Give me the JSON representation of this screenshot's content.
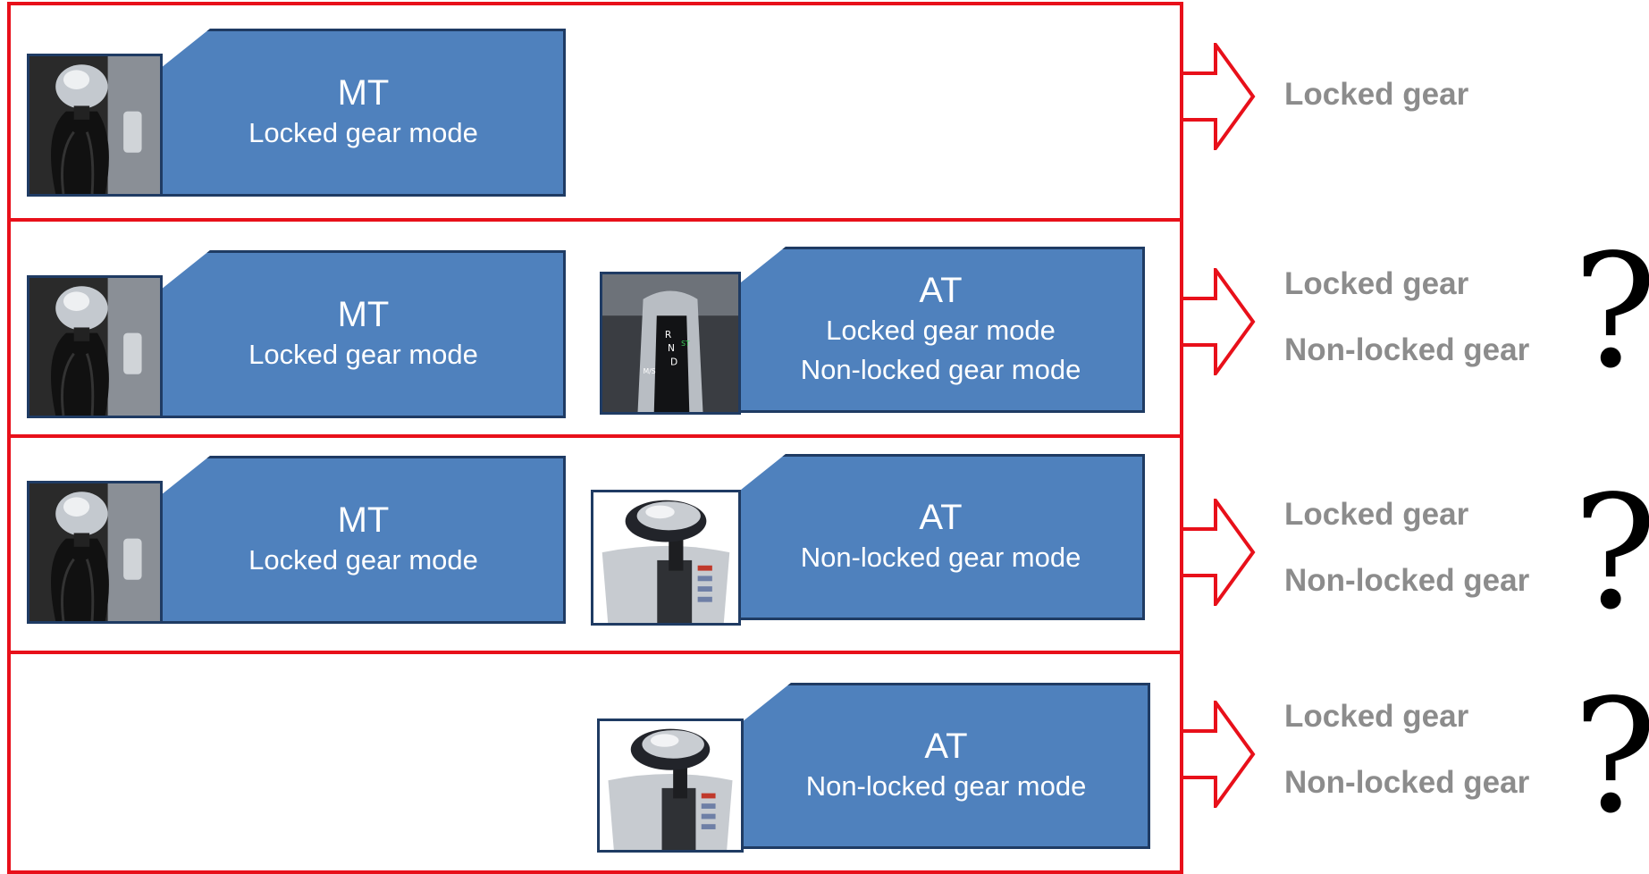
{
  "colors": {
    "border": "#e8101a",
    "card": "#4f81bd",
    "card_border": "#1f3b63",
    "output_text": "#8c8c8c"
  },
  "rows": [
    {
      "cards": [
        {
          "icon": "manual-shifter-image",
          "title": "MT",
          "lines": [
            "Locked gear mode"
          ]
        }
      ],
      "outputs": [
        "Locked gear"
      ],
      "question": ""
    },
    {
      "cards": [
        {
          "icon": "manual-shifter-image",
          "title": "MT",
          "lines": [
            "Locked gear mode"
          ]
        },
        {
          "icon": "automatic-shifter-ms-image",
          "title": "AT",
          "lines": [
            "Locked gear mode",
            "Non-locked gear mode"
          ]
        }
      ],
      "outputs": [
        "Locked gear",
        "Non-locked gear"
      ],
      "question": "?"
    },
    {
      "cards": [
        {
          "icon": "manual-shifter-image",
          "title": "MT",
          "lines": [
            "Locked gear mode"
          ]
        },
        {
          "icon": "automatic-shifter-image",
          "title": "AT",
          "lines": [
            "Non-locked gear mode"
          ]
        }
      ],
      "outputs": [
        "Locked gear",
        "Non-locked gear"
      ],
      "question": "?"
    },
    {
      "cards": [
        {
          "icon": "automatic-shifter-image",
          "title": "AT",
          "lines": [
            "Non-locked gear mode"
          ]
        }
      ],
      "outputs": [
        "Locked gear",
        "Non-locked gear"
      ],
      "question": "?"
    }
  ]
}
